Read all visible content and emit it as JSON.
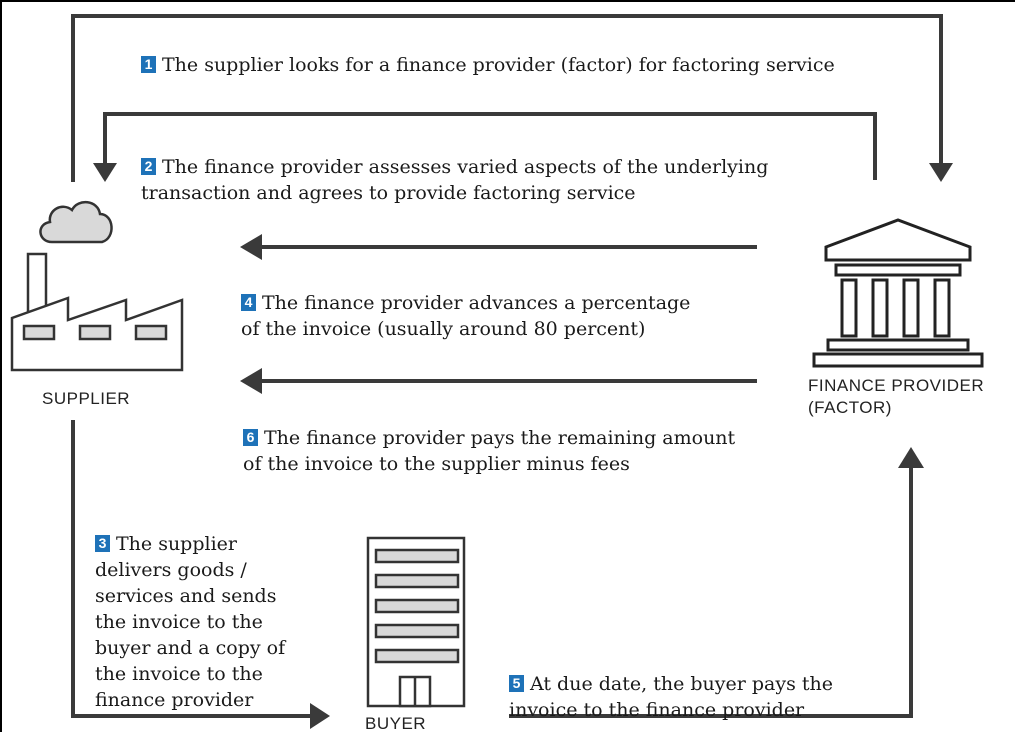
{
  "actors": {
    "supplier": "SUPPLIER",
    "finance_provider": "FINANCE PROVIDER\n(FACTOR)",
    "buyer": "BUYER"
  },
  "steps": [
    {
      "num": "1",
      "text": "The supplier looks for a finance provider (factor) for factoring service"
    },
    {
      "num": "2",
      "text": "The finance provider assesses varied aspects of the underlying\ntransaction and agrees to provide factoring service"
    },
    {
      "num": "3",
      "text": "The supplier\ndelivers goods /\nservices and sends\nthe invoice to the\nbuyer and a copy of\nthe invoice to the\nfinance provider"
    },
    {
      "num": "4",
      "text": "The finance provider advances a percentage\nof the invoice (usually around 80 percent)"
    },
    {
      "num": "5",
      "text": "At due date, the buyer pays the\ninvoice to the finance provider"
    },
    {
      "num": "6",
      "text": "The finance provider pays the remaining amount\nof the invoice to the supplier minus fees"
    }
  ],
  "icons": {
    "supplier": "factory-icon",
    "cloud": "cloud-icon",
    "finance_provider": "bank-icon",
    "buyer": "office-building-icon"
  },
  "colors": {
    "arrow": "#3a3a3a",
    "badge": "#1e72b8",
    "icon_fill": "#d9d9d9"
  }
}
